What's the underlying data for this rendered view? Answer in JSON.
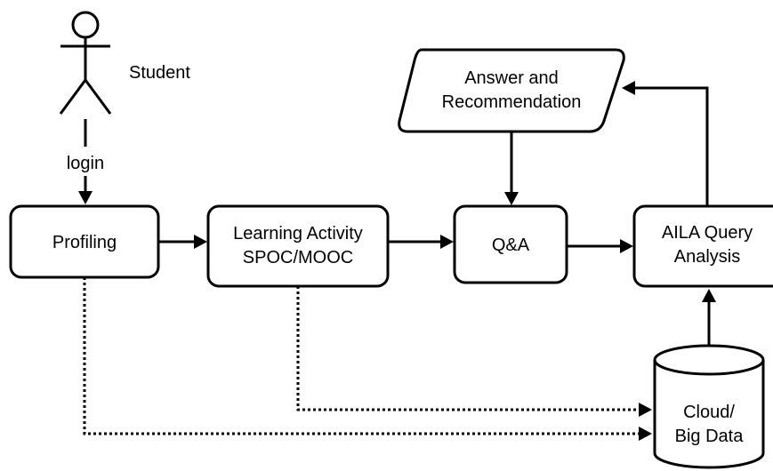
{
  "actor": {
    "label": "Student"
  },
  "edges": {
    "login_label": "login"
  },
  "nodes": {
    "profiling": "Profiling",
    "learning_activity": [
      "Learning Activity",
      "SPOC/MOOC"
    ],
    "qa": "Q&A",
    "aila_query": [
      "AILA Query",
      "Analysis"
    ],
    "answer": [
      "Answer and",
      "Recommendation"
    ],
    "cloud": [
      "Cloud/",
      "Big Data"
    ]
  }
}
